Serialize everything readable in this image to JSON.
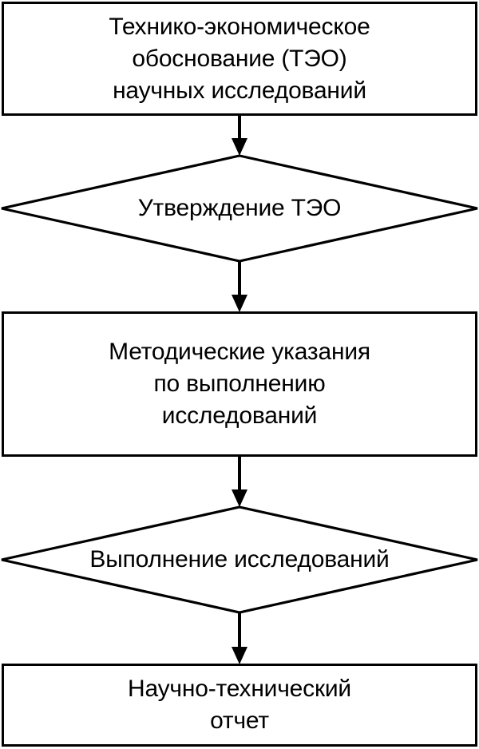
{
  "diagram": {
    "title": "Технико-экономическое обоснование научных исследований",
    "type": "flowchart",
    "orientation": "vertical",
    "colors": {
      "stroke": "#000000",
      "fill": "#ffffff",
      "text": "#000000"
    },
    "nodes": [
      {
        "id": "node-1",
        "shape": "process",
        "label": "Технико-экономическое\nобоснование (ТЭО)\nнаучных исследований",
        "lines": [
          "Технико-экономическое",
          "обоснование (ТЭО)",
          "научных исследований"
        ]
      },
      {
        "id": "node-2",
        "shape": "decision",
        "label": "Утверждение ТЭО",
        "lines": [
          "Утверждение ТЭО"
        ]
      },
      {
        "id": "node-3",
        "shape": "process",
        "label": "Методические указания\nпо выполнению\nисследований",
        "lines": [
          "Методические указания",
          "по выполнению",
          "исследований"
        ]
      },
      {
        "id": "node-4",
        "shape": "decision",
        "label": "Выполнение исследований",
        "lines": [
          "Выполнение исследований"
        ]
      },
      {
        "id": "node-5",
        "shape": "process",
        "label": "Научно-технический\nотчет",
        "lines": [
          "Научно-технический",
          "отчет"
        ]
      }
    ],
    "connectors": [
      {
        "id": "arrow-1",
        "from": "node-1",
        "to": "node-2",
        "style": "arrow-down"
      },
      {
        "id": "arrow-2",
        "from": "node-2",
        "to": "node-3",
        "style": "arrow-down"
      },
      {
        "id": "arrow-3",
        "from": "node-3",
        "to": "node-4",
        "style": "arrow-down"
      },
      {
        "id": "arrow-4",
        "from": "node-4",
        "to": "node-5",
        "style": "arrow-down"
      }
    ]
  }
}
